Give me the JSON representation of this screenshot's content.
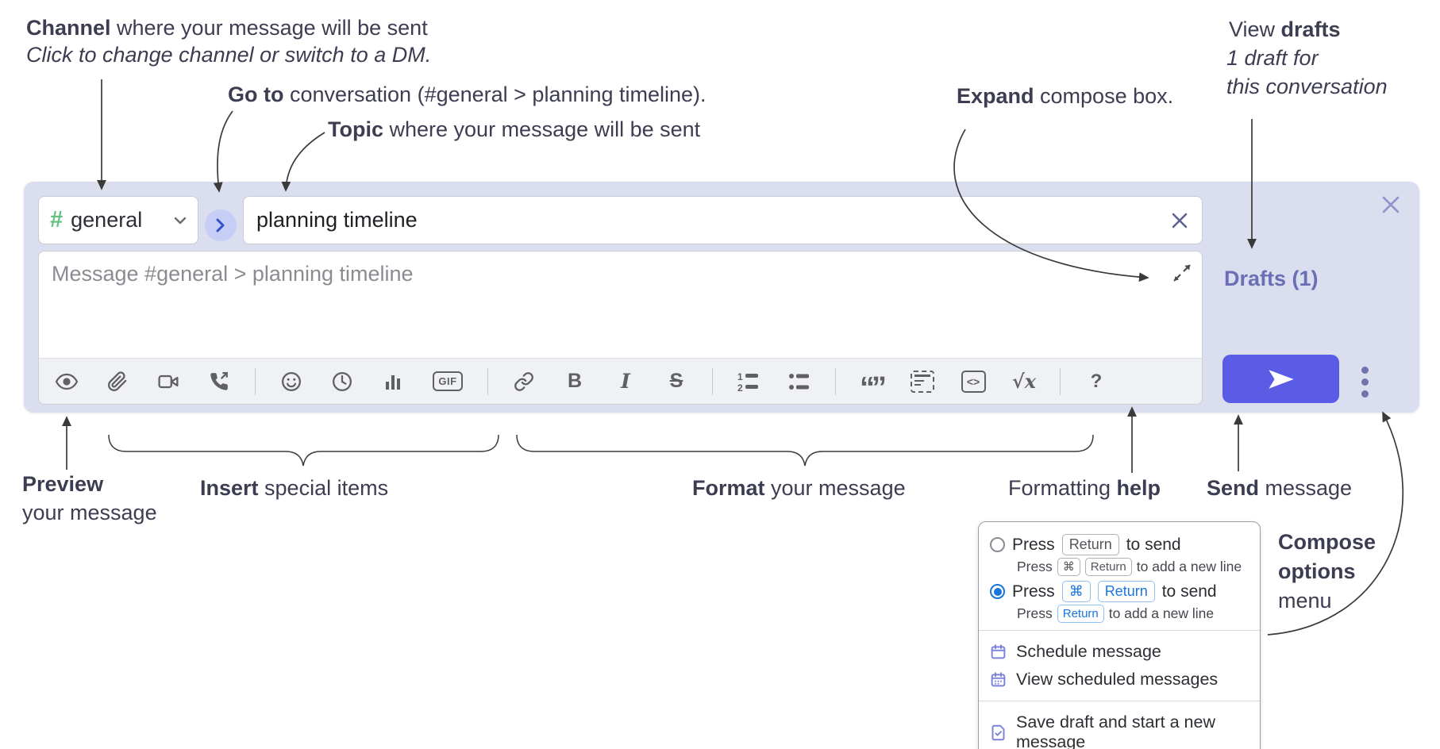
{
  "callouts": {
    "channel": {
      "bold": "Channel",
      "rest": " where your message will be sent",
      "sub": "Click to change channel or switch to a DM."
    },
    "goto": {
      "bold": "Go to",
      "rest": " conversation (#general > planning timeline)."
    },
    "topic": {
      "bold": "Topic",
      "rest": " where your message will be sent"
    },
    "expand": {
      "bold": "Expand",
      "rest": " compose box."
    },
    "drafts": {
      "pre": "View ",
      "bold": "drafts",
      "line2": "1 draft for",
      "line3": "this conversation"
    },
    "preview": {
      "bold": "Preview",
      "line2": "your message"
    },
    "insert": {
      "bold": "Insert",
      "rest": " special items"
    },
    "format": {
      "bold": "Format",
      "rest": " your message"
    },
    "help": {
      "pre": "Formatting ",
      "bold": "help"
    },
    "send": {
      "bold": "Send",
      "rest": " message"
    },
    "compose_menu": {
      "line1": "Compose",
      "line2": "options",
      "line3": "menu"
    }
  },
  "composer": {
    "hash": "#",
    "channel_name": "general",
    "topic_value": "planning timeline",
    "placeholder": "Message #general > planning timeline",
    "drafts_link": "Drafts (1)",
    "toolbar": {
      "gif": "GIF",
      "bold": "B",
      "italic": "I",
      "strike": "S",
      "ol1": "1",
      "ol2": "2",
      "quote": "“”",
      "code": "<>",
      "math": "√x",
      "help": "?"
    }
  },
  "options_menu": {
    "option1": {
      "pre": "Press",
      "kbd": "Return",
      "post": "to send",
      "sub_pre": "Press",
      "sub_kbd1": "⌘",
      "sub_kbd2": "Return",
      "sub_post": "to add a new line"
    },
    "option2": {
      "pre": "Press",
      "kbd1": "⌘",
      "kbd2": "Return",
      "post": "to send",
      "sub_pre": "Press",
      "sub_kbd": "Return",
      "sub_post": "to add a new line"
    },
    "items": [
      {
        "label": "Schedule message"
      },
      {
        "label": "View scheduled messages"
      },
      {
        "label": "Save draft and start a new message"
      }
    ]
  },
  "colors": {
    "panel_bg": "#dbdeee",
    "send_button": "#5b5ce6",
    "drafts_link": "#6a6eb5",
    "hash_green": "#63c17d",
    "goto_circle_bg": "#c6cef5",
    "goto_chevron": "#3450d2",
    "kbd_blue": "#1b76e0",
    "radio_selected": "#1676d9",
    "menu_icon_purple": "#7c81d9",
    "annotation_text": "#3d3d52"
  }
}
